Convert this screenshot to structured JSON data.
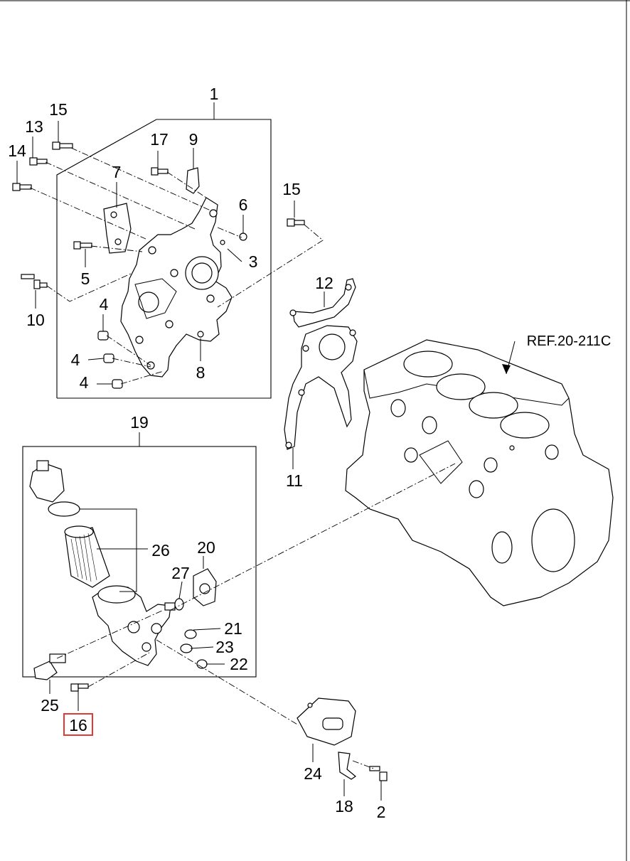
{
  "labels": {
    "p1": "1",
    "p2": "2",
    "p3": "3",
    "p4a": "4",
    "p4b": "4",
    "p4c": "4",
    "p5": "5",
    "p6": "6",
    "p7": "7",
    "p8": "8",
    "p9": "9",
    "p10": "10",
    "p11": "11",
    "p12": "12",
    "p13": "13",
    "p14": "14",
    "p15a": "15",
    "p15b": "15",
    "p16": "16",
    "p17": "17",
    "p18": "18",
    "p19": "19",
    "p20": "20",
    "p21": "21",
    "p22": "22",
    "p23": "23",
    "p24": "24",
    "p25": "25",
    "p26": "26",
    "p27": "27"
  },
  "reference": "REF.20-211C",
  "highlighted_part": "16",
  "colors": {
    "highlight": "#e53935",
    "line": "#000000"
  }
}
